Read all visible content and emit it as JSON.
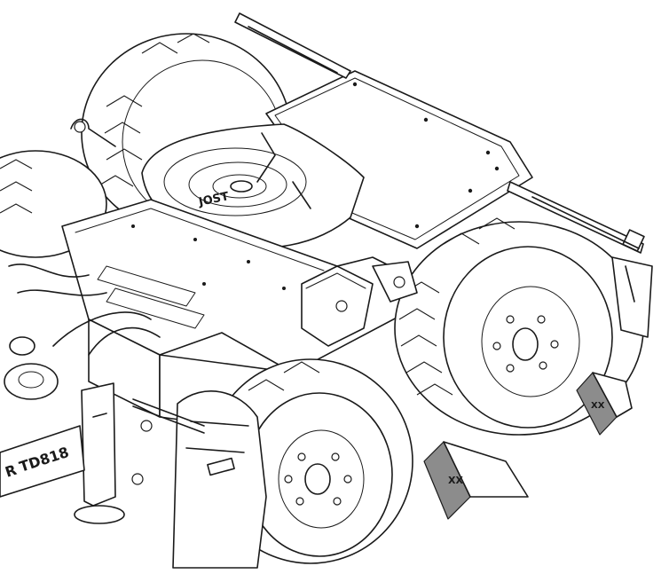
{
  "figure": {
    "plate_text": "TD818",
    "plate_prefix": "R",
    "fifth_wheel_text": "JOST",
    "colors": {
      "line": "#1a1a1a",
      "background": "#ffffff",
      "chock": "#8c8c8c"
    }
  }
}
